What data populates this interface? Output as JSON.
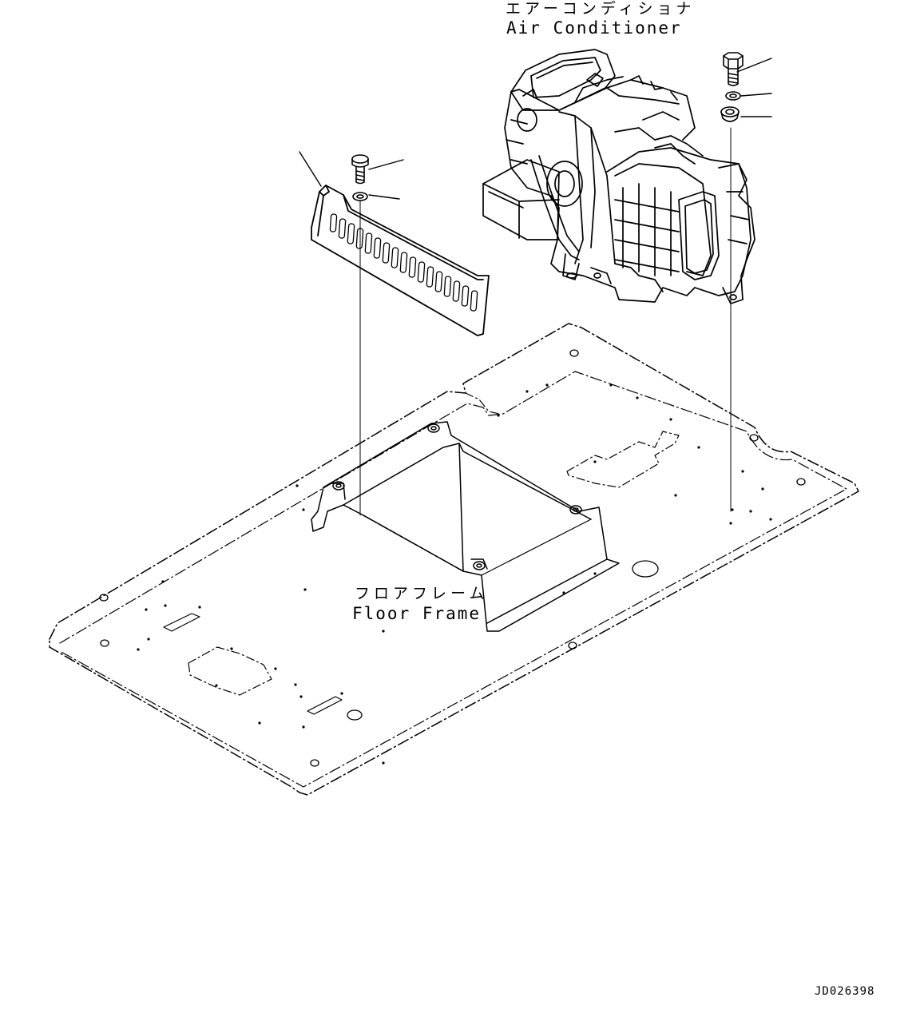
{
  "labels": {
    "air_conditioner_jp": "エアーコンディショナ",
    "air_conditioner_en": "Air Conditioner",
    "floor_frame_jp": "フロアフレーム",
    "floor_frame_en": "Floor Frame",
    "doc_id": "JD026398"
  },
  "colors": {
    "line": "#000000",
    "background": "#ffffff"
  }
}
